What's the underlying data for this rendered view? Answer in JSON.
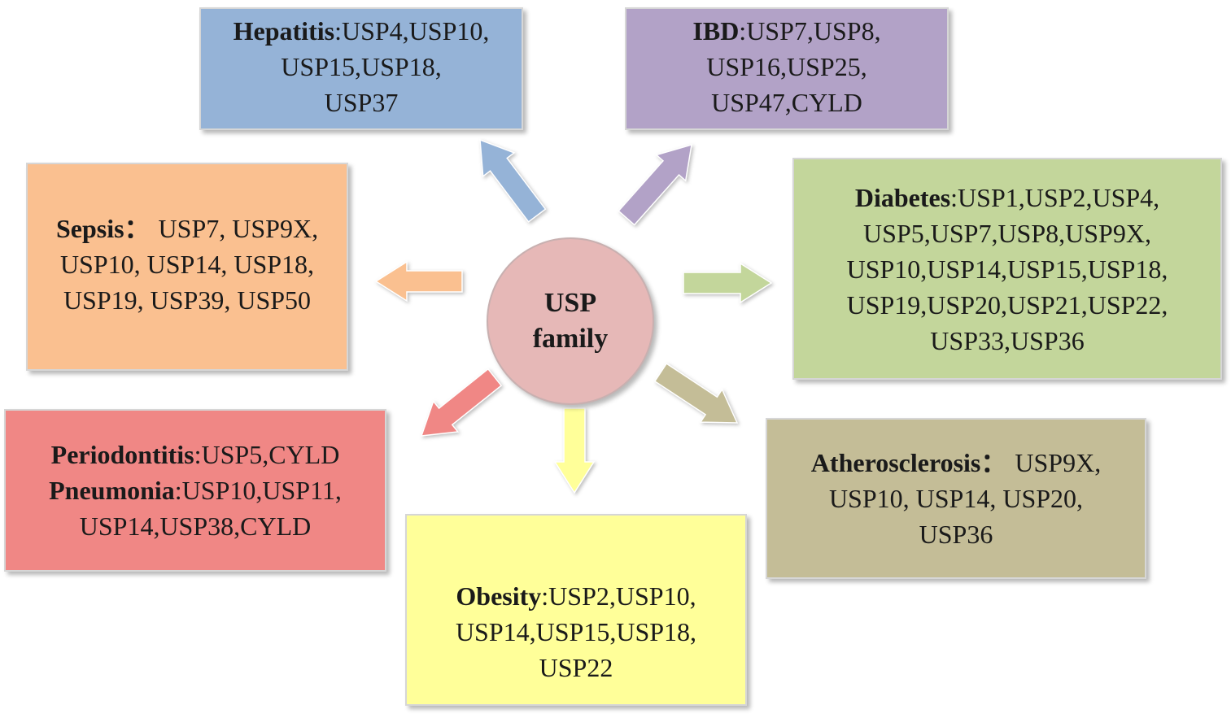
{
  "center": {
    "line1": "USP",
    "line2": "family",
    "color": "#e6b8b7"
  },
  "nodes": {
    "hepatitis": {
      "label": "Hepatitis",
      "line1_rest": ":USP4,USP10,",
      "line2": "USP15,USP18,",
      "line3": "USP37",
      "color": "#95b3d7",
      "arrow_color": "#95b3d7"
    },
    "ibd": {
      "label": "IBD",
      "line1_rest": ":USP7,USP8,",
      "line2": "USP16,USP25,",
      "line3": "USP47,CYLD",
      "color": "#b2a2c7",
      "arrow_color": "#b2a2c7"
    },
    "sepsis": {
      "label": "Sepsis：",
      "line1_rest": "USP7, USP9X,",
      "line2": "USP10, USP14, USP18,",
      "line3": "USP19, USP39, USP50",
      "color": "#fac090",
      "arrow_color": "#fac090"
    },
    "diabetes": {
      "label": "Diabetes",
      "line1_rest": ":USP1,USP2,USP4,",
      "line2": "USP5,USP7,USP8,USP9X,",
      "line3": "USP10,USP14,USP15,USP18,",
      "line4": "USP19,USP20,USP21,USP22,",
      "line5": "USP33,USP36",
      "color": "#c3d69b",
      "arrow_color": "#c3d69b"
    },
    "periodontitis": {
      "label": "Periodontitis",
      "line1_rest": ":USP5,CYLD",
      "label2": "Pneumonia",
      "line2_rest": ":USP10,USP11,",
      "line3": "USP14,USP38,CYLD",
      "color": "#f08785",
      "arrow_color": "#f08785"
    },
    "atherosclerosis": {
      "label": "Atherosclerosis：",
      "line1_rest": "USP9X,",
      "line2": "USP10, USP14, USP20,",
      "line3": "USP36",
      "color": "#c4bd97",
      "arrow_color": "#c4bd97"
    },
    "obesity": {
      "label": "Obesity",
      "line1_rest": ":USP2,USP10,",
      "line2": "USP14,USP15,USP18,",
      "line3": "USP22",
      "color": "#ffff99",
      "arrow_color": "#ffff99"
    }
  }
}
